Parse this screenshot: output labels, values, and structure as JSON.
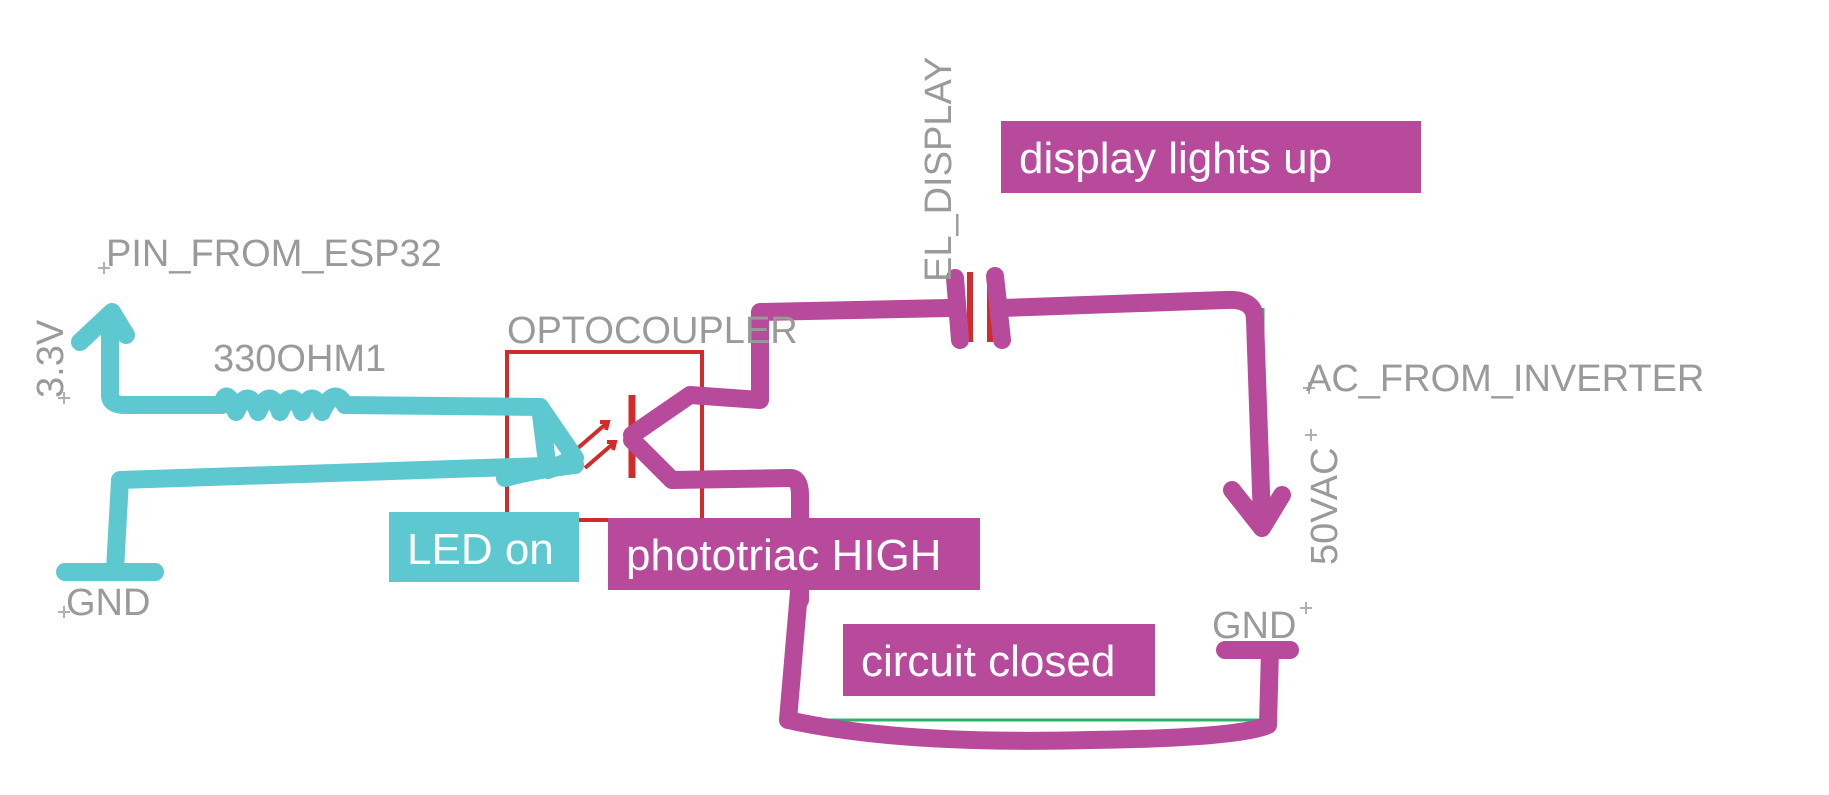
{
  "labels": {
    "pin_from_esp32": "PIN_FROM_ESP32",
    "v33": "3.3V",
    "resistor": "330OHM1",
    "gnd_left": "GND",
    "optocoupler": "OPTOCOUPLER",
    "el_display": "EL_DISPLAY",
    "ac_from_inverter": "AC_FROM_INVERTER",
    "vac": "50VAC",
    "gnd_right": "GND"
  },
  "annotations": {
    "display_lights_up": "display lights up",
    "led_on": "LED on",
    "phototriac_high": "phototriac HIGH",
    "circuit_closed": "circuit closed"
  },
  "colors": {
    "schematic_red": "#d22b2b",
    "cyan": "#5ec8d0",
    "magenta": "#b84a9c",
    "label_gray": "#9a9a9a",
    "green": "#2fb36a"
  }
}
